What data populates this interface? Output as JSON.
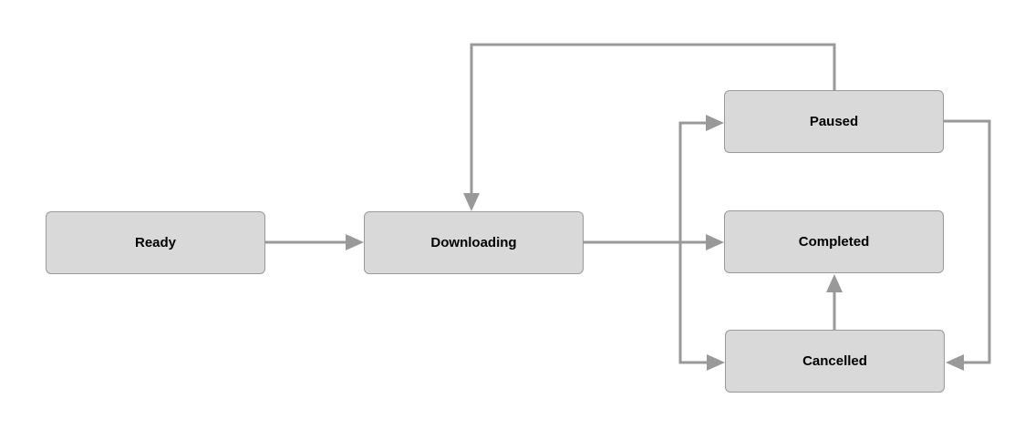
{
  "diagram": {
    "edge_color": "#999999",
    "node_fill": "#d9d9d9",
    "node_border": "#9a9a9a",
    "nodes": {
      "ready": "Ready",
      "downloading": "Downloading",
      "paused": "Paused",
      "completed": "Completed",
      "cancelled": "Cancelled"
    },
    "edges": [
      {
        "from": "Ready",
        "to": "Downloading"
      },
      {
        "from": "Downloading",
        "to": "Completed"
      },
      {
        "from": "Downloading",
        "to": "Paused"
      },
      {
        "from": "Downloading",
        "to": "Cancelled"
      },
      {
        "from": "Paused",
        "to": "Downloading"
      },
      {
        "from": "Paused",
        "to": "Cancelled"
      },
      {
        "from": "Cancelled",
        "to": "Completed"
      }
    ]
  }
}
